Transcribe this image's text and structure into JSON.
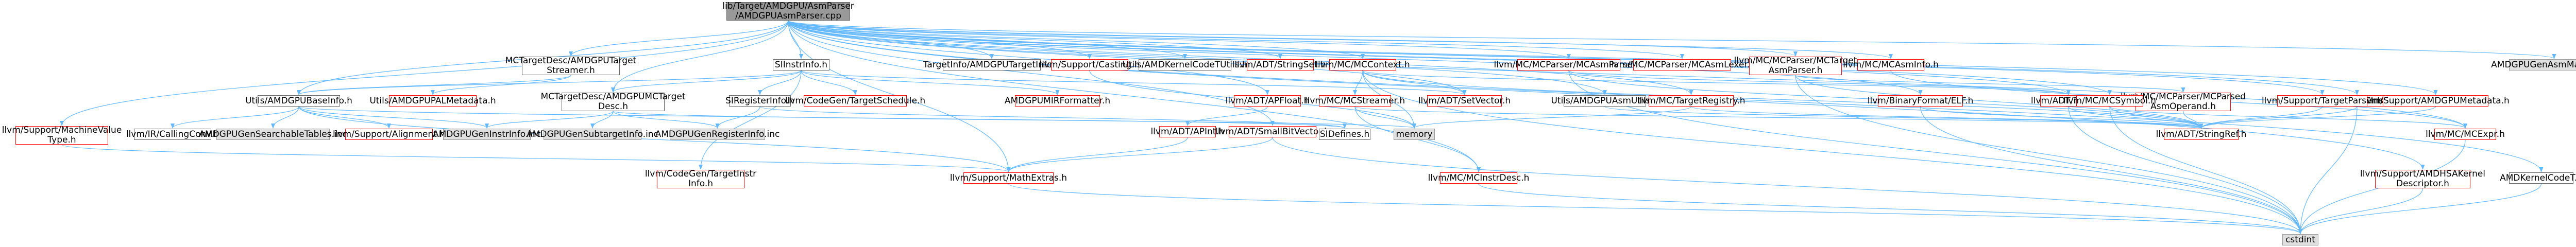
{
  "graph": {
    "root": {
      "id": "root",
      "label": "lib/Target/AMDGPU/AsmParser\n/AMDGPUAsmParser.cpp",
      "style": "root"
    },
    "nodes": [
      {
        "id": "mctargetstreamer",
        "label": "MCTargetDesc/AMDGPUTarget\nStreamer.h",
        "style": "normal"
      },
      {
        "id": "simd",
        "label": "SIInstrInfo.h",
        "style": "normal"
      },
      {
        "id": "targetinfo",
        "label": "TargetInfo/AMDGPUTargetInfo.h",
        "style": "normal"
      },
      {
        "id": "casting",
        "label": "llvm/Support/Casting.h",
        "style": "red"
      },
      {
        "id": "kernelcodet",
        "label": "Utils/AMDKernelCodeTUtils.h",
        "style": "normal"
      },
      {
        "id": "stringset",
        "label": "llvm/ADT/StringSet.h",
        "style": "red"
      },
      {
        "id": "mccontext",
        "label": "llvm/MC/MCContext.h",
        "style": "red"
      },
      {
        "id": "mcasmparser",
        "label": "llvm/MC/MCParser/MCAsmParser.h",
        "style": "red"
      },
      {
        "id": "mcasmlexer",
        "label": "llvm/MC/MCParser/MCAsmLexer.h",
        "style": "red"
      },
      {
        "id": "mctargetasm",
        "label": "llvm/MC/MCParser/MCTarget\nAsmParser.h",
        "style": "red"
      },
      {
        "id": "mcasminfo",
        "label": "llvm/MC/MCAsmInfo.h",
        "style": "red"
      },
      {
        "id": "matcher",
        "label": "AMDGPUGenAsmMatcher.inc",
        "style": "grey"
      },
      {
        "id": "basetypes",
        "label": "Utils/AMDGPUBaseInfo.h",
        "style": "normal"
      },
      {
        "id": "palmeta",
        "label": "Utils/AMDGPUPALMetadata.h",
        "style": "red"
      },
      {
        "id": "mcdesc",
        "label": "MCTargetDesc/AMDGPUMCTarget\nDesc.h",
        "style": "normal"
      },
      {
        "id": "siregister",
        "label": "SIRegisterInfo.h",
        "style": "normal"
      },
      {
        "id": "codegensched",
        "label": "llvm/CodeGen/TargetSchedule.h",
        "style": "red"
      },
      {
        "id": "mirformatter",
        "label": "AMDGPUMIRFormatter.h",
        "style": "red"
      },
      {
        "id": "apfloat",
        "label": "llvm/ADT/APFloat.h",
        "style": "red"
      },
      {
        "id": "mcstreamer",
        "label": "llvm/MC/MCStreamer.h",
        "style": "red"
      },
      {
        "id": "setvector",
        "label": "llvm/ADT/SetVector.h",
        "style": "red"
      },
      {
        "id": "asmutils",
        "label": "Utils/AMDGPUAsmUtils.h",
        "style": "normal"
      },
      {
        "id": "targetregistry",
        "label": "llvm/MC/TargetRegistry.h",
        "style": "red"
      },
      {
        "id": "binaryformat",
        "label": "llvm/BinaryFormat/ELF.h",
        "style": "red"
      },
      {
        "id": "twine",
        "label": "llvm/ADT/Twine.h",
        "style": "red"
      },
      {
        "id": "parsedoperand",
        "label": "llvm/MC/MCParser/MCParsed\nAsmOperand.h",
        "style": "red"
      },
      {
        "id": "mcinst",
        "label": "llvm/MC/MCInst.h",
        "style": "red"
      },
      {
        "id": "amdgpumeta",
        "label": "llvm/Support/AMDGPUMetadata.h",
        "style": "red"
      },
      {
        "id": "mcsymbol",
        "label": "llvm/MC/MCSymbol.h",
        "style": "red"
      },
      {
        "id": "targetparser",
        "label": "llvm/Support/TargetParser.h",
        "style": "red"
      },
      {
        "id": "machinevaluetype",
        "label": "llvm/Support/MachineValue\nType.h",
        "style": "red"
      },
      {
        "id": "callingconv",
        "label": "llvm/IR/CallingConv.h",
        "style": "normal"
      },
      {
        "id": "searchable",
        "label": "AMDGPUGenSearchableTables.inc",
        "style": "grey"
      },
      {
        "id": "alignment",
        "label": "llvm/Support/Alignment.h",
        "style": "red"
      },
      {
        "id": "geninstrinfo",
        "label": "AMDGPUGenInstrInfo.inc",
        "style": "grey"
      },
      {
        "id": "gensubtarget",
        "label": "AMDGPUGenSubtargetInfo.inc",
        "style": "grey"
      },
      {
        "id": "genregister",
        "label": "AMDGPUGenRegisterInfo.inc",
        "style": "grey"
      },
      {
        "id": "apint",
        "label": "llvm/ADT/APInt.h",
        "style": "red"
      },
      {
        "id": "smallbitvector",
        "label": "llvm/ADT/SmallBitVector.h",
        "style": "red"
      },
      {
        "id": "sidefines",
        "label": "SIDefines.h",
        "style": "normal"
      },
      {
        "id": "memory",
        "label": "memory",
        "style": "grey"
      },
      {
        "id": "stringref",
        "label": "llvm/ADT/StringRef.h",
        "style": "red"
      },
      {
        "id": "mcexpr",
        "label": "llvm/MC/MCExpr.h",
        "style": "red"
      },
      {
        "id": "amdhsa",
        "label": "llvm/Support/AMDHSAKernel\nDescriptor.h",
        "style": "red"
      },
      {
        "id": "amdkernelcode",
        "label": "AMDKernelCodeT.h",
        "style": "normal"
      },
      {
        "id": "codegentarget",
        "label": "llvm/CodeGen/TargetInstr\nInfo.h",
        "style": "red"
      },
      {
        "id": "mathextras",
        "label": "llvm/Support/MathExtras.h",
        "style": "red"
      },
      {
        "id": "mcinstrdesc",
        "label": "llvm/MC/MCInstrDesc.h",
        "style": "red"
      },
      {
        "id": "cstdint",
        "label": "cstdint",
        "style": "grey"
      }
    ],
    "edges": [
      [
        "root",
        "mctargetstreamer"
      ],
      [
        "root",
        "simd"
      ],
      [
        "root",
        "targetinfo"
      ],
      [
        "root",
        "casting"
      ],
      [
        "root",
        "kernelcodet"
      ],
      [
        "root",
        "stringset"
      ],
      [
        "root",
        "mccontext"
      ],
      [
        "root",
        "mcasmparser"
      ],
      [
        "root",
        "mcasmlexer"
      ],
      [
        "root",
        "mctargetasm"
      ],
      [
        "root",
        "mcasminfo"
      ],
      [
        "root",
        "matcher"
      ],
      [
        "root",
        "basetypes"
      ],
      [
        "root",
        "mcdesc"
      ],
      [
        "root",
        "apfloat"
      ],
      [
        "root",
        "setvector"
      ],
      [
        "root",
        "asmutils"
      ],
      [
        "root",
        "targetregistry"
      ],
      [
        "root",
        "binaryformat"
      ],
      [
        "root",
        "twine"
      ],
      [
        "root",
        "mcinst"
      ],
      [
        "root",
        "amdgpumeta"
      ],
      [
        "root",
        "mcsymbol"
      ],
      [
        "root",
        "targetparser"
      ],
      [
        "root",
        "machinevaluetype"
      ],
      [
        "root",
        "mcexpr"
      ],
      [
        "root",
        "amdhsa"
      ],
      [
        "root",
        "amdkernelcode"
      ],
      [
        "root",
        "mcinstrdesc"
      ],
      [
        "root",
        "mathextras"
      ],
      [
        "root",
        "smallbitvector"
      ],
      [
        "mctargetstreamer",
        "basetypes"
      ],
      [
        "mctargetstreamer",
        "palmeta"
      ],
      [
        "simd",
        "basetypes"
      ],
      [
        "simd",
        "mcdesc"
      ],
      [
        "simd",
        "siregister"
      ],
      [
        "simd",
        "codegensched"
      ],
      [
        "simd",
        "mirformatter"
      ],
      [
        "simd",
        "setvector"
      ],
      [
        "simd",
        "codegentarget"
      ],
      [
        "basetypes",
        "callingconv"
      ],
      [
        "basetypes",
        "searchable"
      ],
      [
        "basetypes",
        "alignment"
      ],
      [
        "basetypes",
        "sidefines"
      ],
      [
        "basetypes",
        "geninstrinfo"
      ],
      [
        "basetypes",
        "mathextras"
      ],
      [
        "mcdesc",
        "geninstrinfo"
      ],
      [
        "mcdesc",
        "gensubtarget"
      ],
      [
        "mcdesc",
        "genregister"
      ],
      [
        "mcdesc",
        "memory"
      ],
      [
        "siregister",
        "genregister"
      ],
      [
        "siregister",
        "sidefines"
      ],
      [
        "apfloat",
        "apint"
      ],
      [
        "apint",
        "mathextras"
      ],
      [
        "smallbitvector",
        "mathextras"
      ],
      [
        "smallbitvector",
        "cstdint"
      ],
      [
        "mccontext",
        "mcstreamer"
      ],
      [
        "mccontext",
        "setvector"
      ],
      [
        "mccontext",
        "twine"
      ],
      [
        "mccontext",
        "memory"
      ],
      [
        "mccontext",
        "stringref"
      ],
      [
        "mccontext",
        "cstdint"
      ],
      [
        "mcstreamer",
        "memory"
      ],
      [
        "mcstreamer",
        "mcinstrdesc"
      ],
      [
        "mcstreamer",
        "stringref"
      ],
      [
        "casting",
        "memory"
      ],
      [
        "targetregistry",
        "memory"
      ],
      [
        "targetregistry",
        "stringref"
      ],
      [
        "asmutils",
        "stringref"
      ],
      [
        "binaryformat",
        "stringref"
      ],
      [
        "binaryformat",
        "cstdint"
      ],
      [
        "twine",
        "stringref"
      ],
      [
        "twine",
        "cstdint"
      ],
      [
        "mcasmparser",
        "twine"
      ],
      [
        "mcasmparser",
        "stringref"
      ],
      [
        "mcasmparser",
        "cstdint"
      ],
      [
        "mctargetasm",
        "parsedoperand"
      ],
      [
        "mctargetasm",
        "stringref"
      ],
      [
        "mctargetasm",
        "cstdint"
      ],
      [
        "parsedoperand",
        "stringref"
      ],
      [
        "mcinst",
        "stringref"
      ],
      [
        "mcinst",
        "cstdint"
      ],
      [
        "mcsymbol",
        "mcexpr"
      ],
      [
        "mcsymbol",
        "stringref"
      ],
      [
        "mcsymbol",
        "cstdint"
      ],
      [
        "amdgpumeta",
        "stringref"
      ],
      [
        "targetparser",
        "stringref"
      ],
      [
        "mcexpr",
        "cstdint"
      ],
      [
        "amdhsa",
        "cstdint"
      ],
      [
        "amdkernelcode",
        "cstdint"
      ],
      [
        "mcasminfo",
        "mcexpr"
      ],
      [
        "mathextras",
        "cstdint"
      ],
      [
        "mcinstrdesc",
        "cstdint"
      ],
      [
        "machinevaluetype",
        "mathextras"
      ]
    ]
  }
}
